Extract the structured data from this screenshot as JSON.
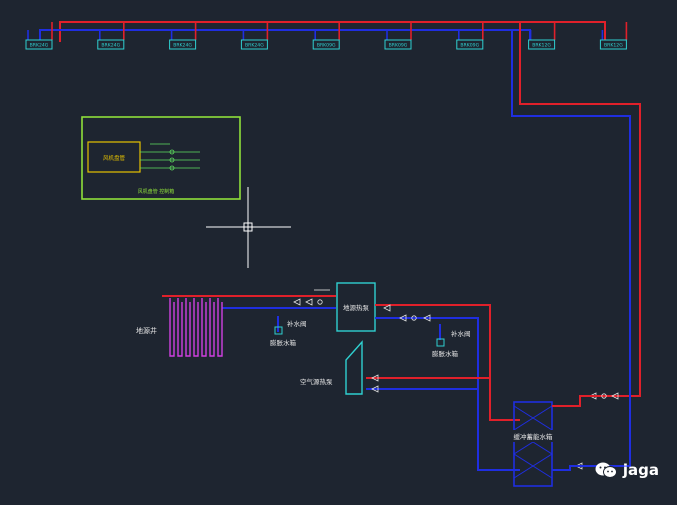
{
  "colors": {
    "background": "#1e2530",
    "supply_pipe": "#e0202a",
    "return_pipe": "#1f2ee0",
    "unit_box": "#2fd0d0",
    "panel_border": "#8fe03a",
    "crosshair": "#ffffff",
    "coil": "#d040e0",
    "text": "#e6e6e6"
  },
  "fan_coils": [
    "BRK24G",
    "BRK24G",
    "BRK24G",
    "BRK24G",
    "BRK09G",
    "BRK09G",
    "BRK09G",
    "BRK12G",
    "BRK12G"
  ],
  "labels": {
    "ground_heat_pump": "地源热泵",
    "air_heat_pump": "空气源热泵",
    "ground_well": "地源井",
    "makeup_valve_1": "补水阀",
    "makeup_valve_2": "补水阀",
    "expansion_tank_1": "膨胀水箱",
    "expansion_tank_2": "膨胀水箱",
    "buffer_tank": "缓冲蓄能水箱",
    "panel_box": "风机盘管",
    "panel_caption": "风机盘管 控制箱"
  },
  "watermark": {
    "text": "jaga"
  }
}
